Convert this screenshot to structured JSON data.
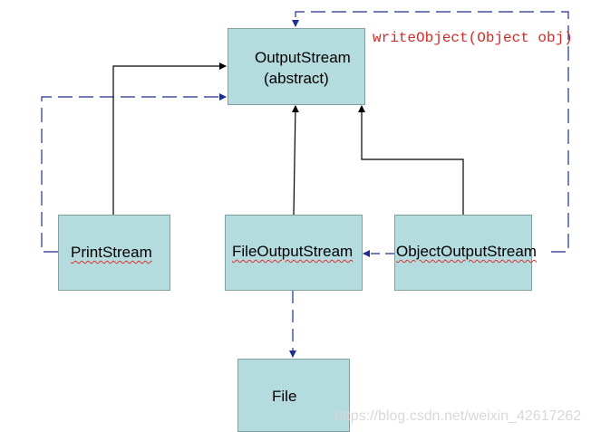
{
  "diagram": {
    "nodes": {
      "output_stream": {
        "title": "OutputStream",
        "subtitle": "(abstract)"
      },
      "print_stream": {
        "title": "PrintStream"
      },
      "file_output_stream": {
        "title": "FileOutputStream"
      },
      "object_output_stream": {
        "title": "ObjectOutputStream"
      },
      "file": {
        "title": "File"
      }
    },
    "annotation": "writeObject(Object obj)",
    "watermark": "https://blog.csdn.net/weixin_42617262"
  },
  "colors": {
    "box_fill": "#b4dbde",
    "box_border": "#7f9fa1",
    "solid_line": "#000000",
    "dashed_line": "#1f2f8f",
    "annotation_text": "#d42a2a",
    "watermark_text": "#d8d8d8"
  }
}
